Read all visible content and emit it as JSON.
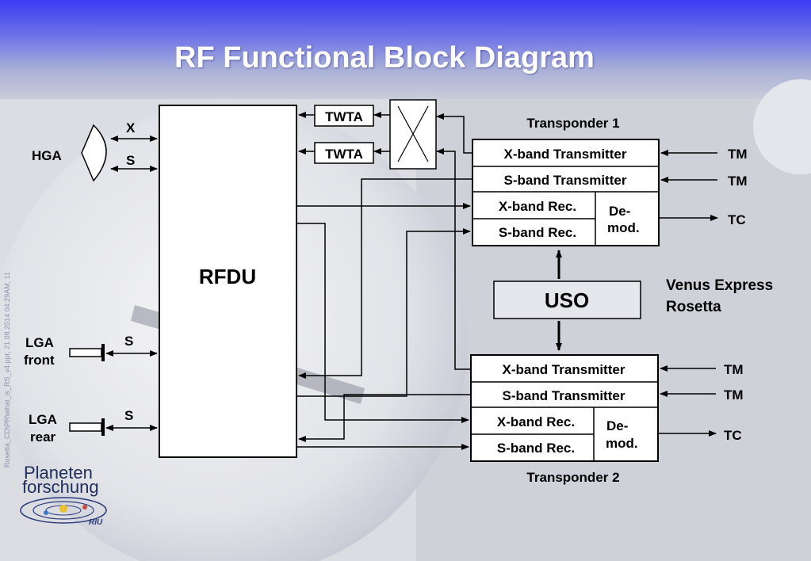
{
  "slide": {
    "title": "RF Functional Block Diagram",
    "vertical_note": "Rosetta_CD\\PR\\what_is_RS_v4.ppt, 21.08.2014 04:29AM, 11"
  },
  "antennas": {
    "hga": "HGA",
    "hga_x": "X",
    "hga_s": "S",
    "lga_front_1": "LGA",
    "lga_front_2": "front",
    "lga_front_band": "S",
    "lga_rear_1": "LGA",
    "lga_rear_2": "rear",
    "lga_rear_band": "S"
  },
  "rfdu": {
    "label": "RFDU"
  },
  "twta": {
    "label_1": "TWTA",
    "label_2": "TWTA"
  },
  "transponder1": {
    "title": "Transponder 1",
    "x_tx": "X-band Transmitter",
    "s_tx": "S-band Transmitter",
    "x_rec": "X-band Rec.",
    "s_rec": "S-band Rec.",
    "demod_1": "De-",
    "demod_2": "mod.",
    "tm_1": "TM",
    "tm_2": "TM",
    "tc": "TC"
  },
  "transponder2": {
    "title": "Transponder 2",
    "x_tx": "X-band Transmitter",
    "s_tx": "S-band Transmitter",
    "x_rec": "X-band Rec.",
    "s_rec": "S-band Rec.",
    "demod_1": "De-",
    "demod_2": "mod.",
    "tm_1": "TM",
    "tm_2": "TM",
    "tc": "TC"
  },
  "uso": {
    "label": "USO"
  },
  "missions": {
    "line_1": "Venus Express",
    "line_2": "Rosetta"
  },
  "logo": {
    "line_1": "Planeten",
    "line_2": "forschung",
    "sub": "RIU"
  },
  "colors": {
    "header_top": "#3c3cf4",
    "title": "#ffffff",
    "line": "#000000"
  }
}
